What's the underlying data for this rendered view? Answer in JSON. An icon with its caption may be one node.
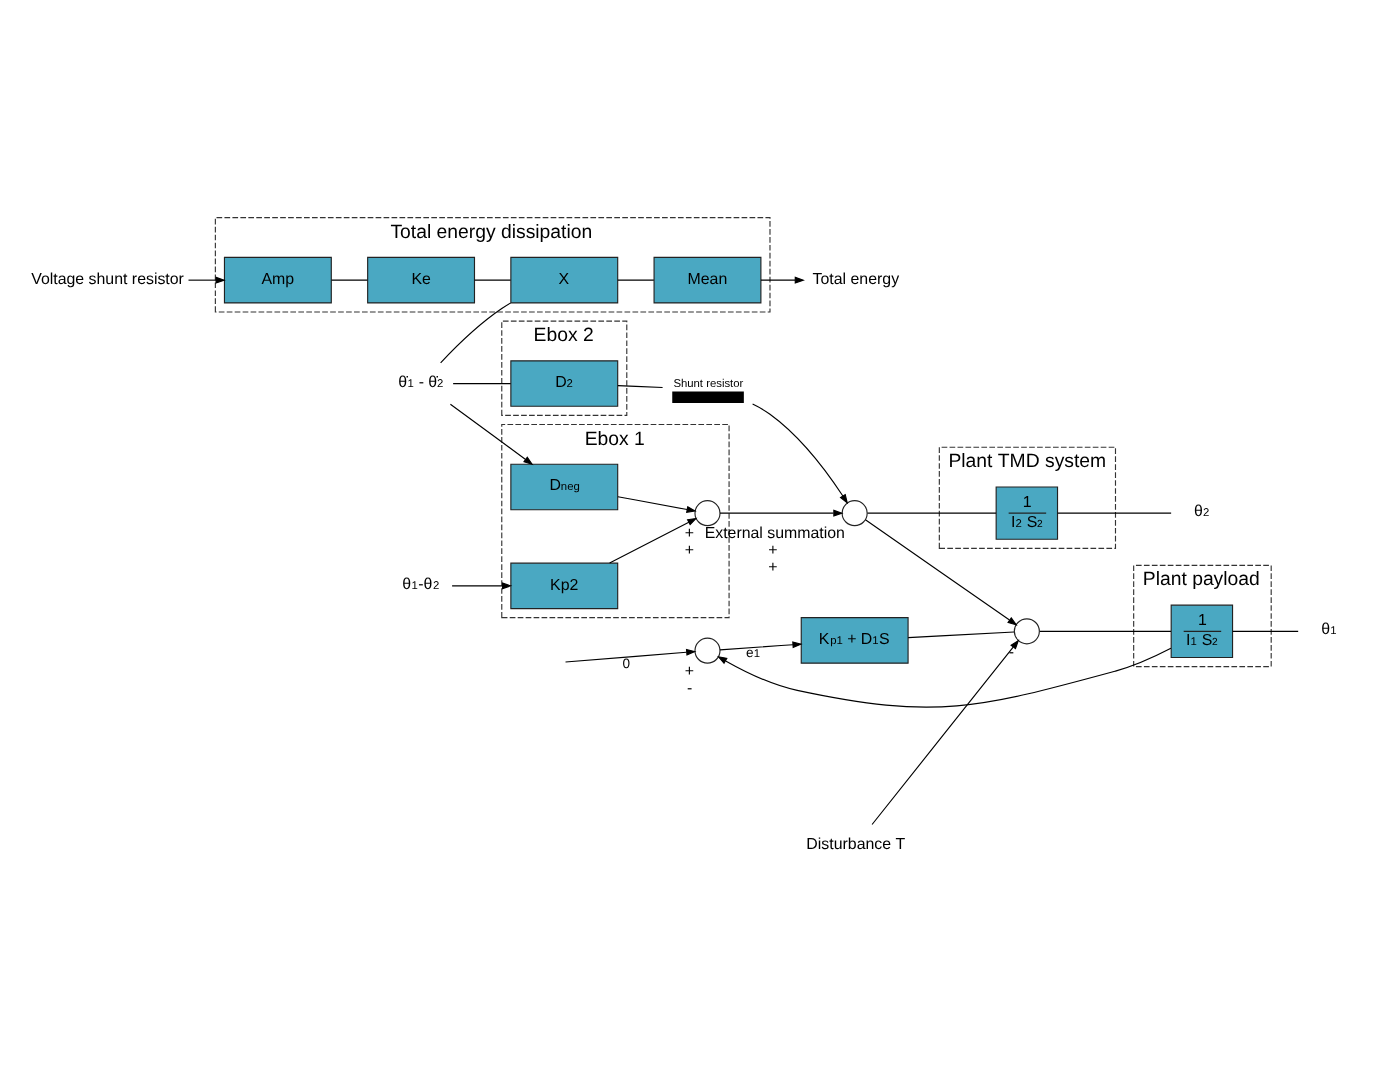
{
  "diagram": {
    "nodes": [
      {
        "text": [
          "Total energy dissipation"
        ]
      },
      {
        "text": [
          "Amp"
        ],
        "in": 0
      },
      {
        "text": [
          "Ke"
        ],
        "in": 0
      },
      {
        "text": [
          "X"
        ],
        "in": 0
      },
      {
        "text": [
          "Mean"
        ],
        "in": 0
      },
      {
        "text": [
          "Voltage shunt resistor"
        ]
      },
      {
        "text": [
          "Total energy"
        ]
      },
      {
        "text": [
          "Ebox 2"
        ]
      },
      {
        "text": [
          "D$_{2}$"
        ],
        "in": 7
      },
      {
        "text": [
          "Shunt resistor"
        ]
      },
      {
        "text": [
          "Ebox 1"
        ]
      },
      {
        "text": [
          "D$_{neg}$"
        ],
        "in": 10
      },
      {
        "text": [
          "Kp2"
        ],
        "in": 10
      },
      {
        "text": [],
        "shape": "circle",
        "in": 10,
        "beside": [
          "+",
          "+"
        ]
      },
      {
        "text": [],
        "shape": "circle",
        "beside": [
          "External summation",
          "+",
          "+"
        ]
      },
      {
        "text": [
          "Plant TMD system"
        ]
      },
      {
        "text": [
          "1",
          "I$_{2}$ S$^{2}$"
        ],
        "in": 15
      },
      {
        "text": [
          "θ$_{2}$"
        ]
      },
      {
        "text": [
          "θ̇$_{1}$ - θ̇$_{2}$"
        ]
      },
      {
        "text": [
          "θ$_{1}$-θ$_{2}$"
        ]
      },
      {
        "text": [],
        "shape": "circle",
        "beside": [
          "+",
          "-"
        ]
      },
      {
        "text": [
          "K$_{p1}$ + D$_{1}$S"
        ]
      },
      {
        "text": [],
        "shape": "circle",
        "beside": [
          "-"
        ]
      },
      {
        "text": [
          "Disturbance T"
        ]
      },
      {
        "text": [
          "Plant payload"
        ]
      },
      {
        "text": [
          "1",
          "I$_{1}$ S$^{2}$"
        ],
        "in": 24
      },
      {
        "text": [
          "θ$_{1}$"
        ]
      }
    ],
    "edges": [
      {
        "from": 5,
        "to": 1,
        "arrow": "to"
      },
      {
        "from": 1,
        "to": 2,
        "arrow": "none"
      },
      {
        "from": 2,
        "to": 3,
        "arrow": "none"
      },
      {
        "from": 3,
        "to": 4,
        "arrow": "none"
      },
      {
        "from": 4,
        "to": 6,
        "arrow": "to"
      },
      {
        "from": 18,
        "to": 3,
        "arrow": "none"
      },
      {
        "from": 18,
        "to": 8,
        "arrow": "none"
      },
      {
        "from": 18,
        "to": 11,
        "arrow": "to"
      },
      {
        "from": 8,
        "to": 9,
        "arrow": "none"
      },
      {
        "from": 9,
        "to": 14,
        "arrow": "to"
      },
      {
        "from": 19,
        "to": 12,
        "arrow": "to"
      },
      {
        "from": 11,
        "to": 13,
        "arrow": "to"
      },
      {
        "from": 12,
        "to": 13,
        "arrow": "to"
      },
      {
        "from": 13,
        "to": 14,
        "arrow": "to"
      },
      {
        "from": 14,
        "to": 16,
        "arrow": "none"
      },
      {
        "from": 16,
        "to": 17,
        "arrow": "none"
      },
      {
        "from": 14,
        "to": 22,
        "arrow": "to"
      },
      {
        "from": null,
        "to": 20,
        "arrow": "to",
        "label": "0"
      },
      {
        "from": 20,
        "to": 21,
        "arrow": "to",
        "label": "e$_{1}$"
      },
      {
        "from": 21,
        "to": 22,
        "arrow": "none"
      },
      {
        "from": 23,
        "to": 22,
        "arrow": "to"
      },
      {
        "from": 22,
        "to": 25,
        "arrow": "none"
      },
      {
        "from": 25,
        "to": 26,
        "arrow": "none"
      },
      {
        "from": 25,
        "to": 20,
        "arrow": "to"
      }
    ]
  }
}
